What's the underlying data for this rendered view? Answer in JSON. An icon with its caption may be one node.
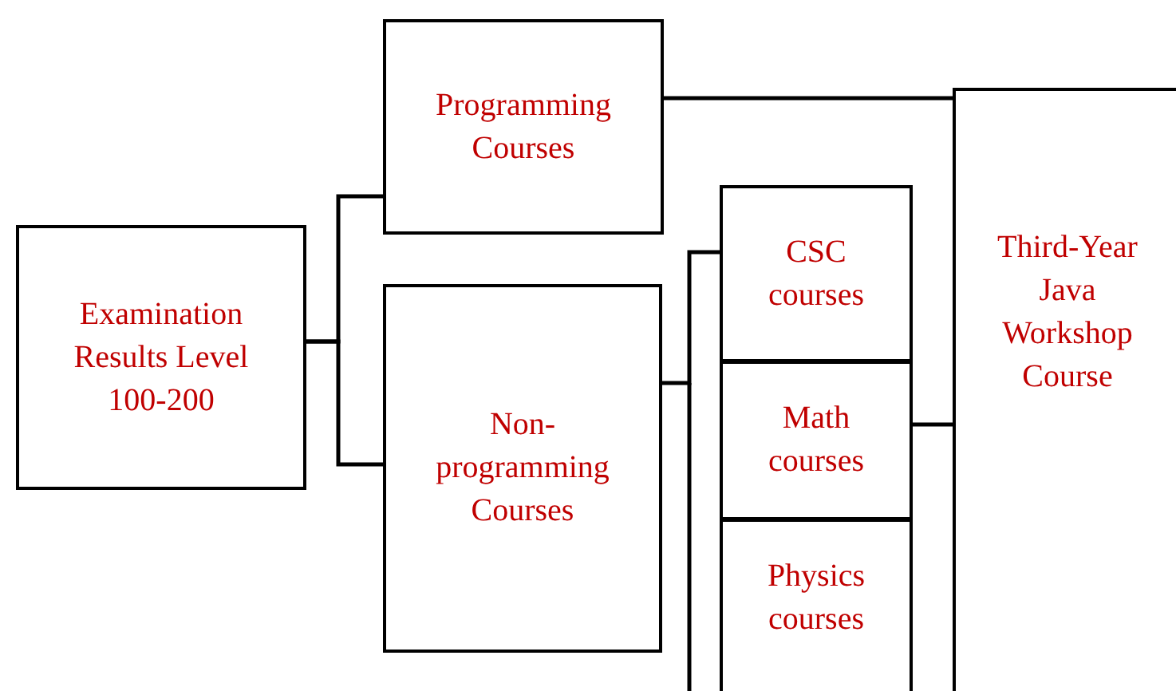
{
  "diagram": {
    "nodes": [
      {
        "text": [
          "Examination Results Level 100-200"
        ]
      },
      {
        "text": [
          "Programming Courses"
        ]
      },
      {
        "text": [
          "Non-programming Courses"
        ]
      },
      {
        "text": [
          "CSC courses"
        ]
      },
      {
        "text": [
          "Math courses"
        ]
      },
      {
        "text": [
          "Physics courses"
        ]
      },
      {
        "text": [
          "Third-Year Java Workshop Course"
        ]
      }
    ],
    "edges": [
      {
        "from": 0,
        "to": 1,
        "arrow": "none"
      },
      {
        "from": 0,
        "to": 2,
        "arrow": "none"
      },
      {
        "from": 2,
        "to": 3,
        "arrow": "none"
      },
      {
        "from": 1,
        "to": 6,
        "arrow": "none"
      },
      {
        "from": 4,
        "to": 6,
        "arrow": "none"
      }
    ]
  }
}
